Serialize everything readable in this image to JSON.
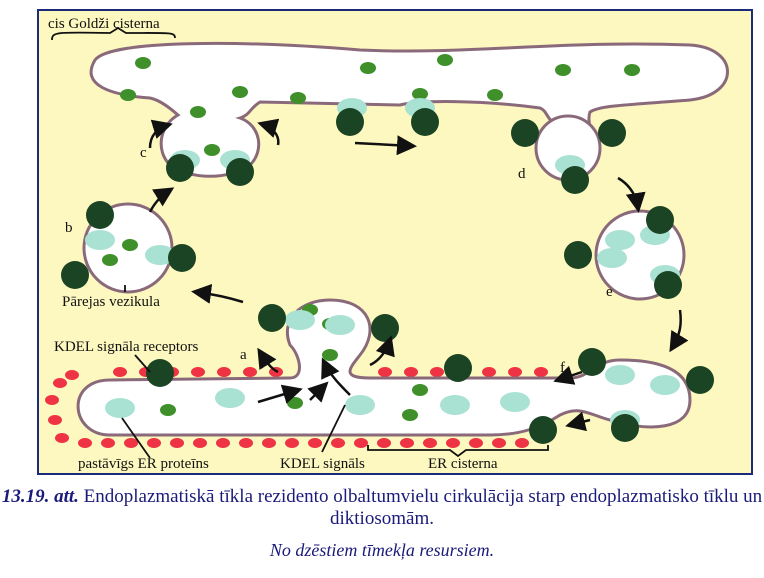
{
  "diagram": {
    "labels": {
      "golgi": "cis Goldži cisterna",
      "a": "a",
      "b": "b",
      "c": "c",
      "d": "d",
      "e": "e",
      "f": "f",
      "transition_vesicle": "Pārejas vezikula",
      "kdel_receptors": "KDEL signāla receptors",
      "resident_protein": "pastāvīgs ER proteīns",
      "kdel_signal": "KDEL signāls",
      "er_cisterna": "ER cisterna"
    },
    "colors": {
      "background": "#fdf8bf",
      "frame": "#1c2a7a",
      "lumen": "#ffffff",
      "soluble_protein": "#3f8f2a",
      "receptor": "#1b4424",
      "kdel_protein": "#a9e2d3",
      "ribosome": "#ee3344"
    }
  },
  "caption": {
    "number": "13.19. att.",
    "text": "Endoplazmatiskā tīkla rezidento olbaltumvielu cirkulācija starp endoplazmatisko tīklu un diktiosomām.",
    "source": "No dzēstiem tīmekļa resursiem."
  }
}
